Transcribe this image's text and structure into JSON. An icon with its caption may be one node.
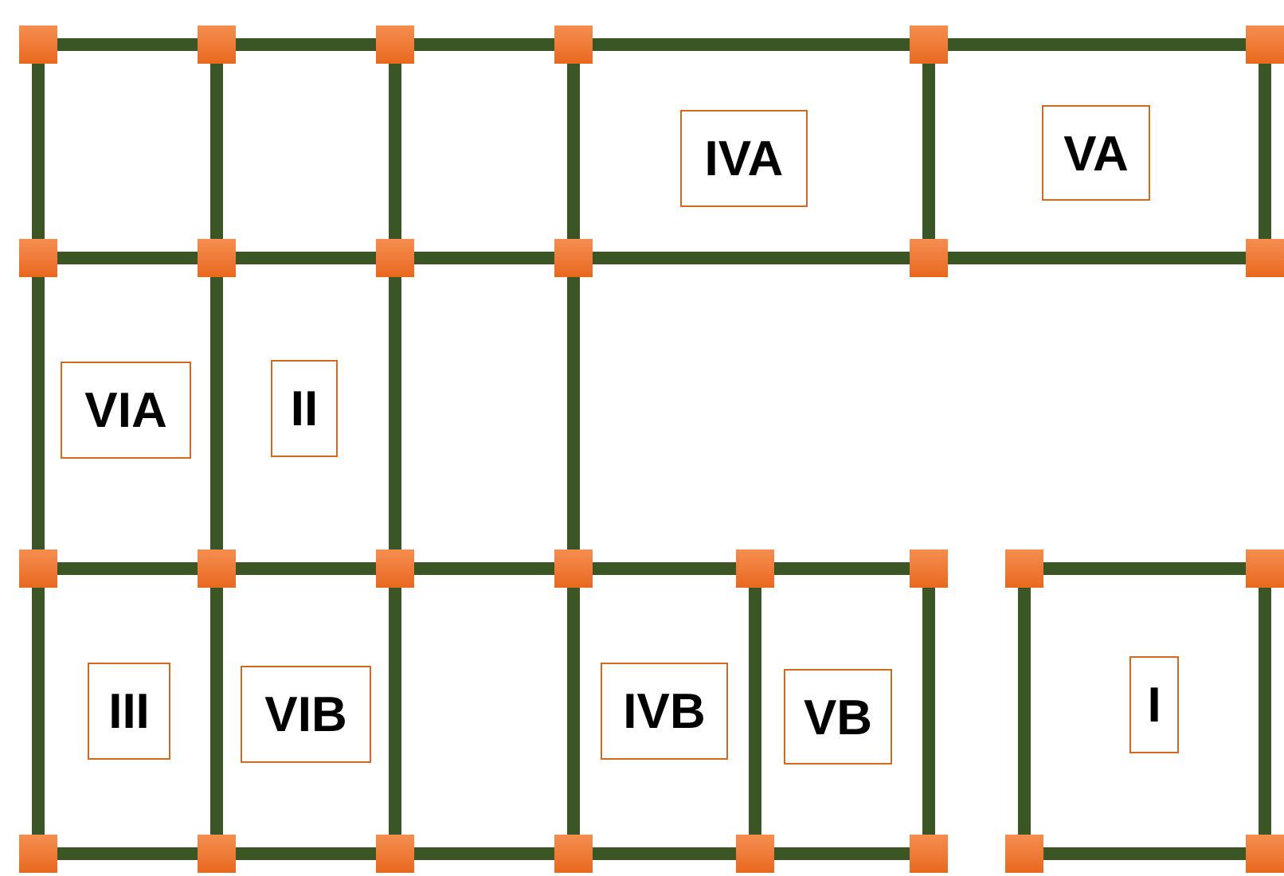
{
  "diagram": {
    "nodes": [
      {
        "text": [],
        "shape": "box"
      },
      {
        "text": [],
        "shape": "box"
      },
      {
        "text": [],
        "shape": "box"
      },
      {
        "text": [],
        "shape": "box"
      },
      {
        "text": [],
        "shape": "box"
      },
      {
        "text": [],
        "shape": "box"
      },
      {
        "text": [],
        "shape": "box"
      },
      {
        "text": [],
        "shape": "box"
      },
      {
        "text": [],
        "shape": "box"
      },
      {
        "text": [],
        "shape": "box"
      },
      {
        "text": [],
        "shape": "box"
      },
      {
        "text": [],
        "shape": "box"
      },
      {
        "text": [],
        "shape": "box"
      },
      {
        "text": [],
        "shape": "box"
      },
      {
        "text": [],
        "shape": "box"
      },
      {
        "text": [],
        "shape": "box"
      },
      {
        "text": [],
        "shape": "box"
      },
      {
        "text": [],
        "shape": "box"
      },
      {
        "text": [],
        "shape": "box"
      },
      {
        "text": [],
        "shape": "box"
      },
      {
        "text": [],
        "shape": "box"
      },
      {
        "text": [],
        "shape": "box"
      },
      {
        "text": [],
        "shape": "box"
      },
      {
        "text": [],
        "shape": "box"
      },
      {
        "text": [],
        "shape": "box"
      },
      {
        "text": [],
        "shape": "box"
      },
      {
        "text": [],
        "shape": "box"
      },
      {
        "text": [],
        "shape": "box"
      },
      {
        "text": [
          "IVA"
        ]
      },
      {
        "text": [
          "VA"
        ]
      },
      {
        "text": [
          "VIA"
        ]
      },
      {
        "text": [
          "II"
        ]
      },
      {
        "text": [
          "III"
        ]
      },
      {
        "text": [
          "VIB"
        ]
      },
      {
        "text": [
          "IVB"
        ]
      },
      {
        "text": [
          "VB"
        ]
      },
      {
        "text": [
          "I"
        ]
      }
    ],
    "edges": [
      {
        "from": 0,
        "to": 1,
        "arrow": "none"
      },
      {
        "from": 1,
        "to": 2,
        "arrow": "none"
      },
      {
        "from": 2,
        "to": 3,
        "arrow": "none"
      },
      {
        "from": 3,
        "to": 4,
        "arrow": "none"
      },
      {
        "from": 4,
        "to": 5,
        "arrow": "none"
      },
      {
        "from": 6,
        "to": 7,
        "arrow": "none"
      },
      {
        "from": 7,
        "to": 8,
        "arrow": "none"
      },
      {
        "from": 8,
        "to": 9,
        "arrow": "none"
      },
      {
        "from": 9,
        "to": 10,
        "arrow": "none"
      },
      {
        "from": 10,
        "to": 11,
        "arrow": "none"
      },
      {
        "from": 0,
        "to": 6,
        "arrow": "none"
      },
      {
        "from": 1,
        "to": 7,
        "arrow": "none"
      },
      {
        "from": 2,
        "to": 8,
        "arrow": "none"
      },
      {
        "from": 3,
        "to": 9,
        "arrow": "none"
      },
      {
        "from": 4,
        "to": 10,
        "arrow": "none"
      },
      {
        "from": 5,
        "to": 11,
        "arrow": "none"
      },
      {
        "from": 6,
        "to": 12,
        "arrow": "none"
      },
      {
        "from": 7,
        "to": 13,
        "arrow": "none"
      },
      {
        "from": 8,
        "to": 14,
        "arrow": "none"
      },
      {
        "from": 9,
        "to": 15,
        "arrow": "none"
      },
      {
        "from": 12,
        "to": 13,
        "arrow": "none"
      },
      {
        "from": 13,
        "to": 14,
        "arrow": "none"
      },
      {
        "from": 14,
        "to": 15,
        "arrow": "none"
      },
      {
        "from": 15,
        "to": 16,
        "arrow": "none"
      },
      {
        "from": 16,
        "to": 17,
        "arrow": "none"
      },
      {
        "from": 18,
        "to": 19,
        "arrow": "none"
      },
      {
        "from": 12,
        "to": 20,
        "arrow": "none"
      },
      {
        "from": 13,
        "to": 21,
        "arrow": "none"
      },
      {
        "from": 14,
        "to": 22,
        "arrow": "none"
      },
      {
        "from": 15,
        "to": 23,
        "arrow": "none"
      },
      {
        "from": 16,
        "to": 24,
        "arrow": "none"
      },
      {
        "from": 17,
        "to": 25,
        "arrow": "none"
      },
      {
        "from": 18,
        "to": 26,
        "arrow": "none"
      },
      {
        "from": 19,
        "to": 27,
        "arrow": "none"
      },
      {
        "from": 20,
        "to": 21,
        "arrow": "none"
      },
      {
        "from": 21,
        "to": 22,
        "arrow": "none"
      },
      {
        "from": 22,
        "to": 23,
        "arrow": "none"
      },
      {
        "from": 23,
        "to": 24,
        "arrow": "none"
      },
      {
        "from": 24,
        "to": 25,
        "arrow": "none"
      },
      {
        "from": 26,
        "to": 27,
        "arrow": "none"
      }
    ]
  }
}
